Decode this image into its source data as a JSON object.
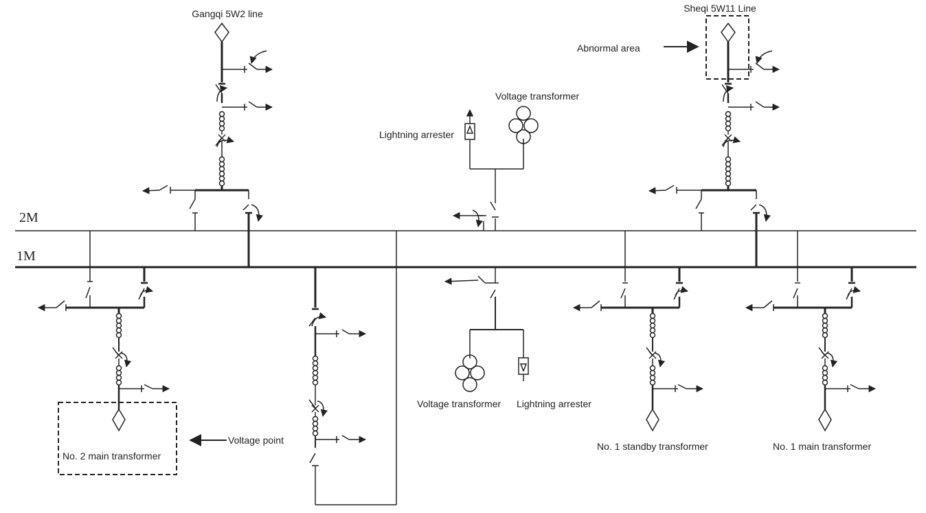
{
  "buses": {
    "bus2": "2M",
    "bus1": "1M"
  },
  "labels": {
    "gangqi": "Gangqi 5W2 line",
    "sheqi": "Sheqi 5W11 Line",
    "abnormal": "Abnormal area",
    "vt_top": "Voltage transformer",
    "la_top": "Lightning arrester",
    "vt_bottom": "Voltage transformer",
    "la_bottom": "Lightning arrester",
    "no2_main": "No. 2 main transformer",
    "voltage_point": "Voltage point",
    "no1_standby": "No. 1 standby transformer",
    "no1_main": "No. 1 main transformer"
  },
  "colors": {
    "line": "#222222",
    "background": "#ffffff"
  }
}
